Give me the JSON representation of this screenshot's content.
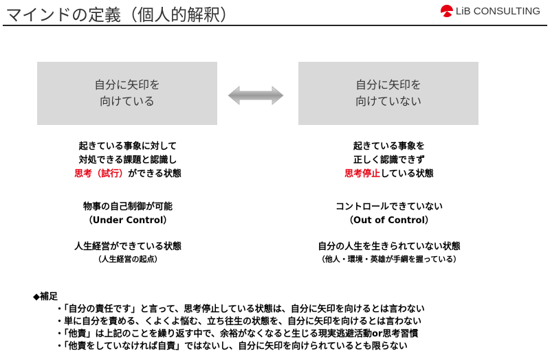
{
  "header": {
    "title": "マインドの定義（個人的解釈）",
    "logo": "LiB CONSULTING"
  },
  "left": {
    "box": [
      "自分に矢印を",
      "向けている"
    ],
    "desc": [
      "起きている事象に対して",
      "対処できる課題と認識し"
    ],
    "desc_red": "思考（試行）",
    "desc_tail": "ができる状態",
    "control": "物事の自己制御が可能",
    "control_en": "（Under Control）",
    "life": "人生経営ができている状態",
    "life_sub": "（人生経営の起点）"
  },
  "right": {
    "box": [
      "自分に矢印を",
      "向けていない"
    ],
    "desc": [
      "起きている事象を",
      "正しく認識できず"
    ],
    "desc_red": "思考停止",
    "desc_tail": "している状態",
    "control": "コントロールできていない",
    "control_en": "（Out of Control）",
    "life": "自分の人生を生きられていない状態",
    "life_sub": "（他人・環境・英雄が手綱を握っている）"
  },
  "notes": {
    "heading": "◆補足",
    "items": [
      "・「自分の責任です」と言って、思考停止している状態は、自分に矢印を向けるとは言わない",
      "・単に自分を責める、くよくよ悩む、立ち往生の状態を、自分に矢印を向けるとは言わない",
      "・「他責」は上記のことを繰り返す中で、余裕がなくなると生じる現実逃避活動or思考習慣",
      "・「他責をしていなければ自責」ではないし、自分に矢印を向けられているとも限らない"
    ]
  }
}
